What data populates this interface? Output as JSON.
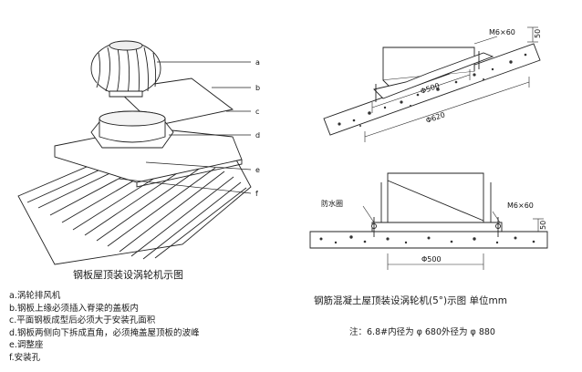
{
  "left_figure": {
    "callouts": [
      "a",
      "b",
      "c",
      "d",
      "e",
      "f"
    ],
    "caption": "钢板屋顶装设涡轮机示图",
    "legend": [
      "a.涡轮排风机",
      "b.钢板上缘必须插入脊梁的盖板内",
      "c.平面钢板成型后必须大于安装孔面积",
      "d.钢板两侧向下拆成直角，必须掩盖屋顶板的波峰",
      "e.调整座",
      "f.安装孔"
    ]
  },
  "right_top_figure": {
    "bolt_label": "M6×60",
    "dim_small": "50",
    "dim_inner": "Φ500",
    "dim_outer": "Φ620"
  },
  "right_bottom_figure": {
    "waterproof_label": "防水圈",
    "bolt_label": "M6×60",
    "dim_small": "50",
    "dim_inner": "Φ500"
  },
  "right_caption": "钢筋混凝土屋顶装设涡轮机(5°)示图   单位mm",
  "note": "注：6.8#内径为 φ 680外径为 φ 880"
}
